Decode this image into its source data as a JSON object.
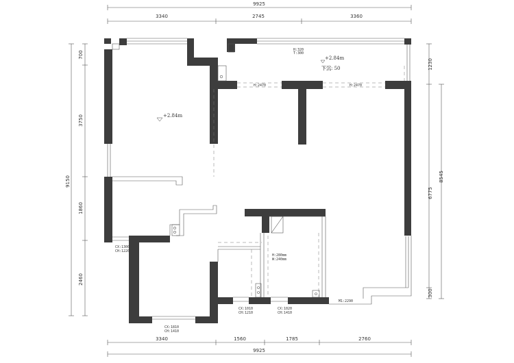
{
  "dims": {
    "top_total": "9925",
    "top_segs": [
      "3340",
      "2745",
      "3360"
    ],
    "bottom_total": "9925",
    "bottom_segs": [
      "3340",
      "1560",
      "1785",
      "2760"
    ],
    "left_total": "9150",
    "left_segs": [
      "700",
      "3750",
      "1860",
      "2460"
    ],
    "right_outer": "8545",
    "right_segs": [
      "1230",
      "6775",
      "300"
    ]
  },
  "annotations": {
    "level_balcony": "+2.84m",
    "level_room": "+2.84m",
    "drop_balcony": "下沉: 50",
    "balcony_hl": [
      "H:320",
      "T:300"
    ],
    "beam_left": "H:2470",
    "beam_right": "H:2470",
    "cx_left": [
      "CX:1300",
      "CH:1220"
    ],
    "cx_bottom": [
      "CX:1810",
      "CH:1410"
    ],
    "cx_bath1": [
      "CX:1010",
      "CH:1210"
    ],
    "cx_bath2": [
      "CX:1020",
      "CH:1410"
    ],
    "bath_hw": [
      "H:280mm",
      "W:240mm"
    ],
    "m1": "M1:2290"
  }
}
